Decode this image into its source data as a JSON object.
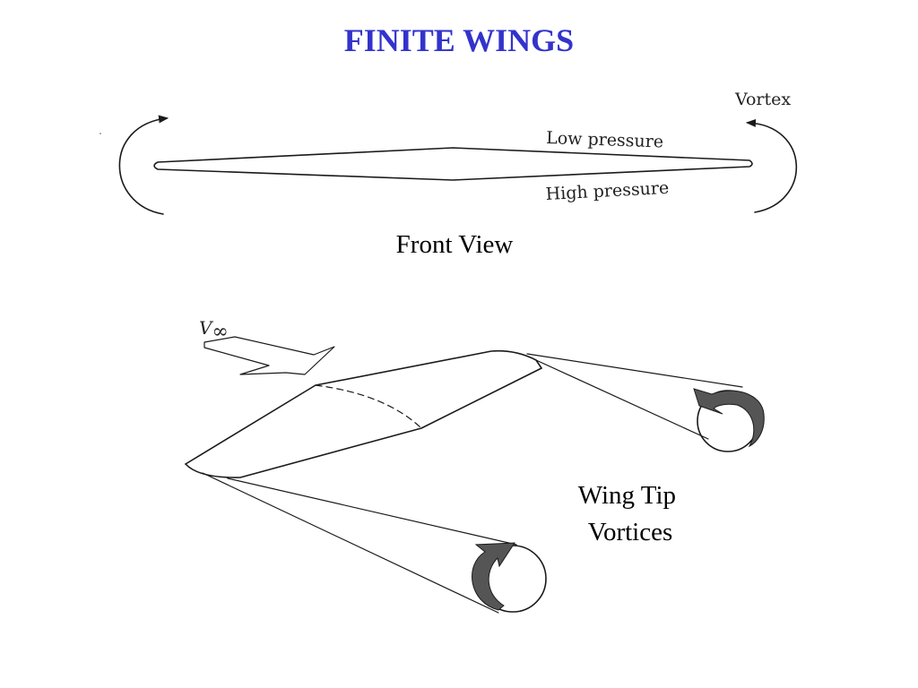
{
  "title": "FINITE WINGS",
  "colors": {
    "title": "#3333cc",
    "ink": "#1a1a1a",
    "vortex_fill": "#555555"
  },
  "front_view": {
    "vortex_label": "Vortex",
    "low_pressure_label": "Low pressure",
    "high_pressure_label": "High pressure",
    "caption": "Front View"
  },
  "perspective_view": {
    "freestream_label": "V",
    "freestream_subscript": "∞",
    "caption_line1": "Wing Tip",
    "caption_line2": "Vortices"
  }
}
